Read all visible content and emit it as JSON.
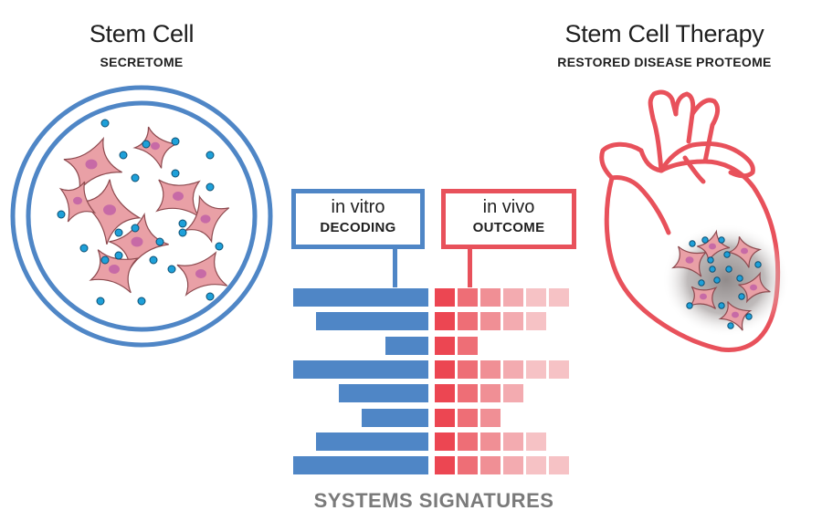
{
  "left_panel": {
    "title": "Stem Cell",
    "subtitle": "SECRETOME"
  },
  "right_panel": {
    "title": "Stem Cell Therapy",
    "subtitle": "RESTORED DISEASE PROTEOME"
  },
  "vitro_box": {
    "line1": "in vitro",
    "line2": "DECODING"
  },
  "vivo_box": {
    "line1": "in vivo",
    "line2": "OUTCOME"
  },
  "footer": "SYSTEMS SIGNATURES",
  "colors": {
    "blue": "#4f86c6",
    "red": "#e8515b",
    "cell_fill": "#e9a0a6",
    "cell_nucleus": "#c76aa6",
    "dot": "#1ea0d9",
    "shade": [
      "#ec4652",
      "#ee6e76",
      "#f08f95",
      "#f3abb0",
      "#f6c2c5"
    ]
  },
  "signature_rows": [
    {
      "vitro": 148,
      "vivo": 6
    },
    {
      "vitro": 123,
      "vivo": 5
    },
    {
      "vitro": 47,
      "vivo": 2
    },
    {
      "vitro": 148,
      "vivo": 6
    },
    {
      "vitro": 98,
      "vivo": 4
    },
    {
      "vitro": 73,
      "vivo": 3
    },
    {
      "vitro": 123,
      "vivo": 5
    },
    {
      "vitro": 148,
      "vivo": 6
    }
  ]
}
